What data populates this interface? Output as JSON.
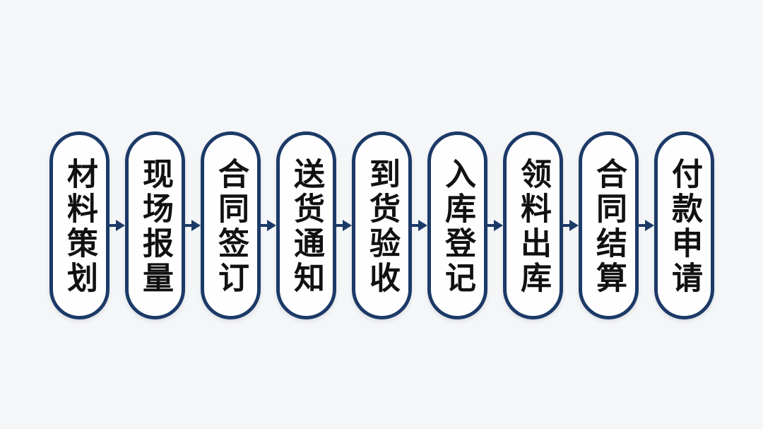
{
  "flowchart": {
    "type": "process-flow",
    "direction": "left-to-right",
    "colors": {
      "background": "#f5f6f8",
      "capsule_border": "#1c3a68",
      "capsule_fill": "#fefefe",
      "label_text": "#111111",
      "arrow": "#1c3a68"
    },
    "arrow_icon": "arrow-right",
    "steps": [
      {
        "label": "材料策划"
      },
      {
        "label": "现场报量"
      },
      {
        "label": "合同签订"
      },
      {
        "label": "送货通知"
      },
      {
        "label": "到货验收"
      },
      {
        "label": "入库登记"
      },
      {
        "label": "领料出库"
      },
      {
        "label": "合同结算"
      },
      {
        "label": "付款申请"
      }
    ]
  }
}
